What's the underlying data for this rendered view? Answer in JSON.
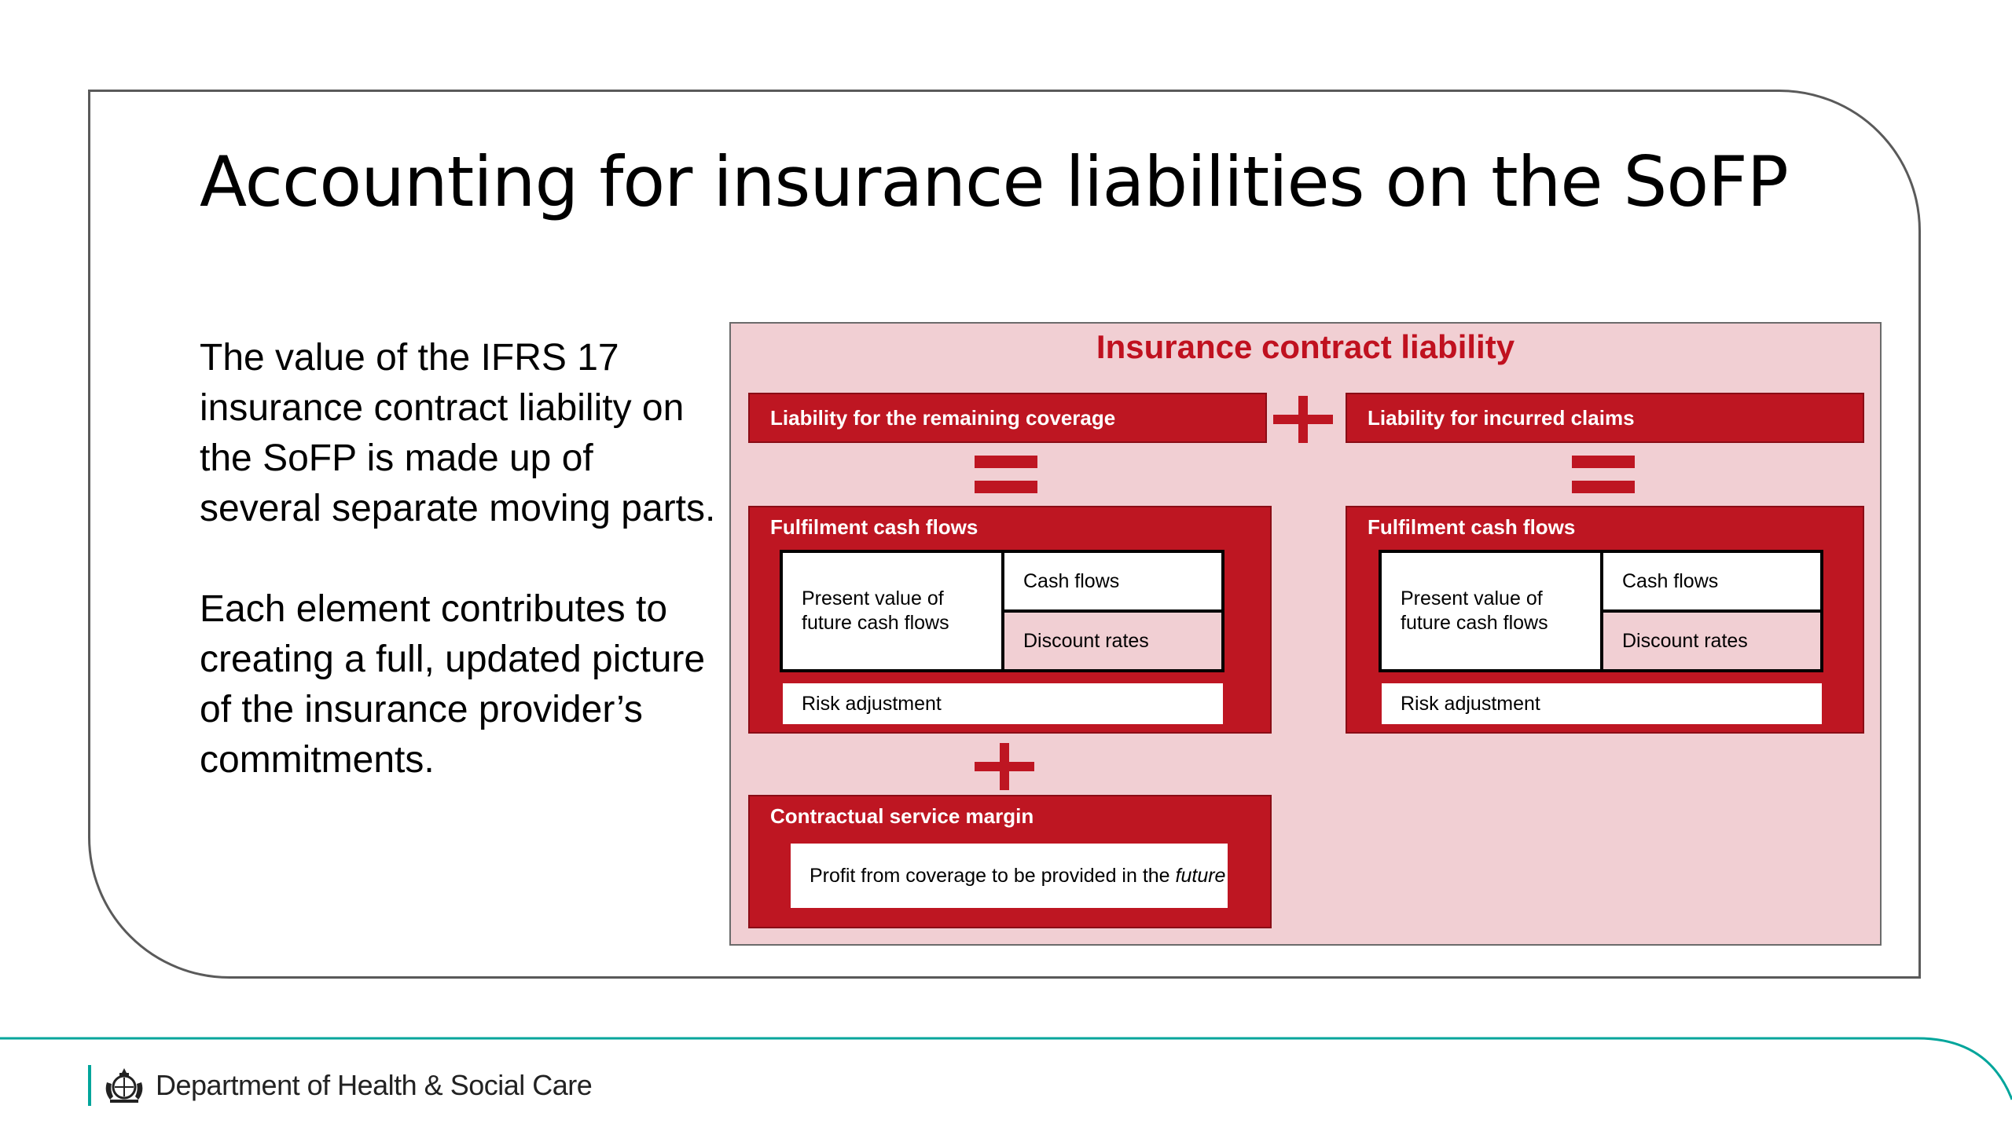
{
  "slide": {
    "title": "Accounting for insurance liabilities on the SoFP",
    "paragraphs": [
      "The value of the IFRS 17 insurance contract liability on the SoFP is made up of several separate moving parts.",
      "Each element contributes to creating a full, updated picture of the insurance provider’s commitments."
    ]
  },
  "diagram": {
    "title": "Insurance contract liability",
    "left_header": "Liability for the remaining coverage",
    "right_header": "Liability for incurred claims",
    "left_fcf": {
      "heading": "Fulfilment cash flows",
      "present_value": "Present value of future cash flows",
      "cash_flows": "Cash flows",
      "discount_rates": "Discount rates",
      "risk_adjustment": "Risk adjustment"
    },
    "right_fcf": {
      "heading": "Fulfilment cash flows",
      "present_value": "Present value of future cash flows",
      "cash_flows": "Cash flows",
      "discount_rates": "Discount rates",
      "risk_adjustment": "Risk adjustment"
    },
    "csm": {
      "heading": "Contractual service margin",
      "text_prefix": "Profit from coverage to be provided in the ",
      "text_emphasis": "future"
    }
  },
  "footer": {
    "organisation": "Department of Health & Social Care"
  },
  "colors": {
    "accent_red": "#be1622",
    "diagram_bg": "#f1cfd3",
    "footer_teal": "#00a59b"
  }
}
